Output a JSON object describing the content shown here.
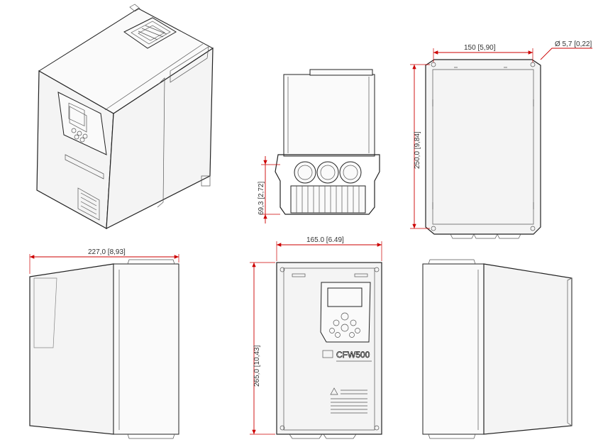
{
  "dimensions": {
    "top_width": "150 [5,90]",
    "hole_diameter": "Ø 5,7 [0,22]",
    "rear_height": "250,0 [9,84]",
    "bottom_depth": "69,3 [2,72]",
    "side_depth": "227,0 [8,93]",
    "front_width": "165.0 [6.49]",
    "front_height": "265,0 [10,43]"
  },
  "product": {
    "brand_text": "CFW500"
  },
  "colors": {
    "dimension": "#cc0000",
    "outline": "#222222"
  }
}
